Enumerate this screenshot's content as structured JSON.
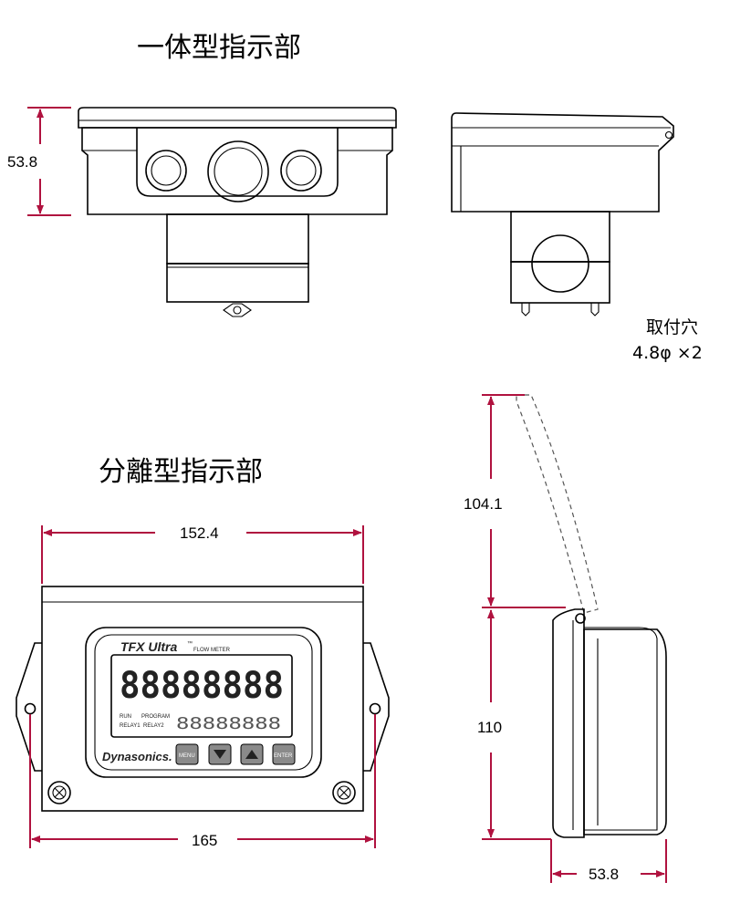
{
  "titles": {
    "integrated": "一体型指示部",
    "separated": "分離型指示部"
  },
  "dimensions": {
    "top_height": "53.8",
    "width_inner": "152.4",
    "width_outer": "165",
    "lid_open": "104.1",
    "side_height": "110",
    "side_depth": "53.8"
  },
  "mounting_note": {
    "line1": "取付穴",
    "line2": "4.8φ ×2"
  },
  "device": {
    "brand_line": "TFX Ultra",
    "brand_tm": "™",
    "brand_sub": "FLOW METER",
    "display_digits": "88888888",
    "small_digits": "88888888",
    "label_run": "RUN",
    "label_program": "PROGRAM",
    "label_relay1": "RELAY1",
    "label_relay2": "RELAY2",
    "maker": "Dynasonics.",
    "btn_menu": "MENU",
    "btn_enter": "ENTER"
  },
  "colors": {
    "dimension_accent": "#b0123f"
  }
}
